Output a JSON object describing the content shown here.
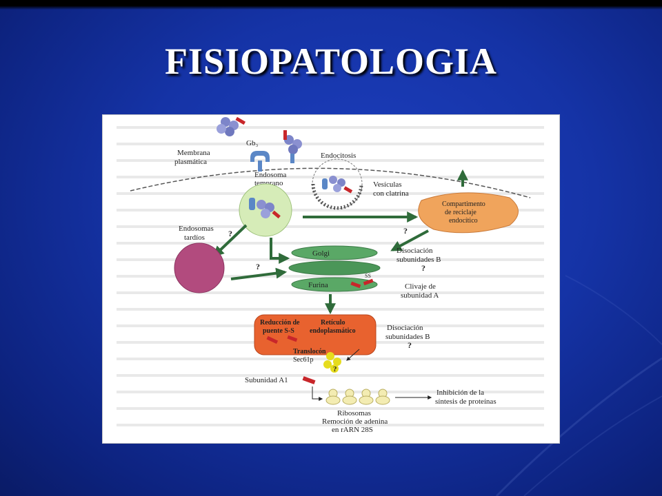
{
  "slide": {
    "title": "FISIOPATOLOGIA"
  },
  "colors": {
    "background": "#1533a6",
    "title_text": "#ffffff",
    "arrow_green": "#2f6b3a",
    "golgi_green": "#5aa866",
    "er_orange": "#e8622f",
    "late_endosome": "#b24b7e",
    "early_endosome": "#d6ecb8",
    "recycling": "#f0a45c",
    "toxin_red": "#c8262a",
    "receptor_blue": "#5b87c6"
  },
  "diagram": {
    "membrane_label": [
      "Membrana",
      "plasmática"
    ],
    "gb3_label": "Gb₃",
    "endocytosis_label": "Endocitosis",
    "early_endosome_label": [
      "Endosoma",
      "temprano"
    ],
    "clathrin_vesicles_label": [
      "Vesículas",
      "con clatrina"
    ],
    "recycling_label": [
      "Compartimento",
      "de reciclaje",
      "endocítico"
    ],
    "late_endosomes_label": [
      "Endosomas",
      "tardíos"
    ],
    "golgi_label": "Golgi",
    "furin_label": "Furina",
    "ss_label": "SS",
    "dissociation_b_top": [
      "Disociación",
      "subunidades B"
    ],
    "cleavage_a_label": [
      "Clivaje de",
      "subunidad A"
    ],
    "er_reduction_label": [
      "Reducción de",
      "puente S-S"
    ],
    "er_label": [
      "Retículo",
      "endoplasmático"
    ],
    "translocon_label": "Translocón",
    "sec61_label": "Sec61p",
    "dissociation_b_bottom": [
      "Disociación",
      "subunidades B"
    ],
    "subunit_a1_label": "Subunidad A1",
    "ribosomes_label": [
      "Ribosomas",
      "Remoción de adenina",
      "en rARN 28S"
    ],
    "inhibition_label": [
      "Inhibición de la",
      "síntesis de proteínas"
    ],
    "question_mark": "?"
  }
}
